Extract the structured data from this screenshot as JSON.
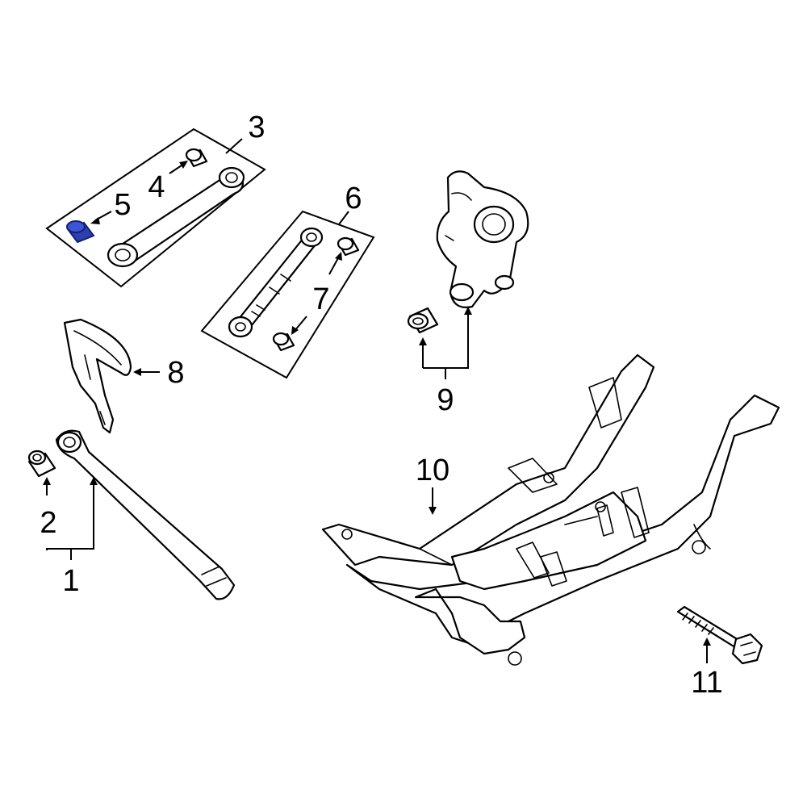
{
  "callouts": {
    "c1": "1",
    "c2": "2",
    "c3": "3",
    "c4": "4",
    "c5": "5",
    "c6": "6",
    "c7": "7",
    "c8": "8",
    "c9": "9",
    "c10": "10",
    "c11": "11"
  },
  "colors": {
    "highlight_part": "#2b3fb0",
    "highlight_part_dark": "#14206e",
    "line": "#000000",
    "background": "#ffffff"
  },
  "highlighted_callout": "5"
}
